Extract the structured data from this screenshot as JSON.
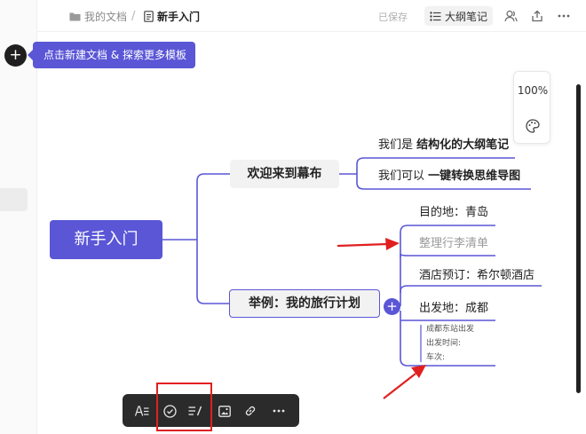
{
  "header": {
    "breadcrumb_parent": "我的文档",
    "breadcrumb_separator": "/",
    "doc_title": "新手入门",
    "save_status": "已保存",
    "outline_button": "大纲笔记"
  },
  "onboarding": {
    "new_button_symbol": "+",
    "tooltip": "点击新建文档 & 探索更多模板"
  },
  "zoom": {
    "level": "100%"
  },
  "mindmap": {
    "root": "新手入门",
    "branches": [
      {
        "label": "欢迎来到幕布"
      },
      {
        "label": "举例：我的旅行计划"
      }
    ],
    "leaves": {
      "welcome_1_prefix": "我们是 ",
      "welcome_1_bold": "结构化的大纲笔记",
      "welcome_2_prefix": "我们可以 ",
      "welcome_2_bold": "一键转换思维导图",
      "destination": "目的地：青岛",
      "packing": "整理行李清单",
      "hotel": "酒店预订：希尔顿酒店",
      "departure": "出发地：成都",
      "note_lines": [
        "成都东站出发",
        "出发时间:",
        "车次:"
      ]
    },
    "expand_symbol": "+"
  },
  "colors": {
    "accent": "#5a56d6",
    "annotation_red": "#e02020",
    "toolbar_bg": "#2b2b2b"
  },
  "toolbar": {
    "icons": [
      "text-format-icon",
      "check-circle-icon",
      "note-edit-icon",
      "image-icon",
      "link-icon",
      "more-icon"
    ]
  }
}
